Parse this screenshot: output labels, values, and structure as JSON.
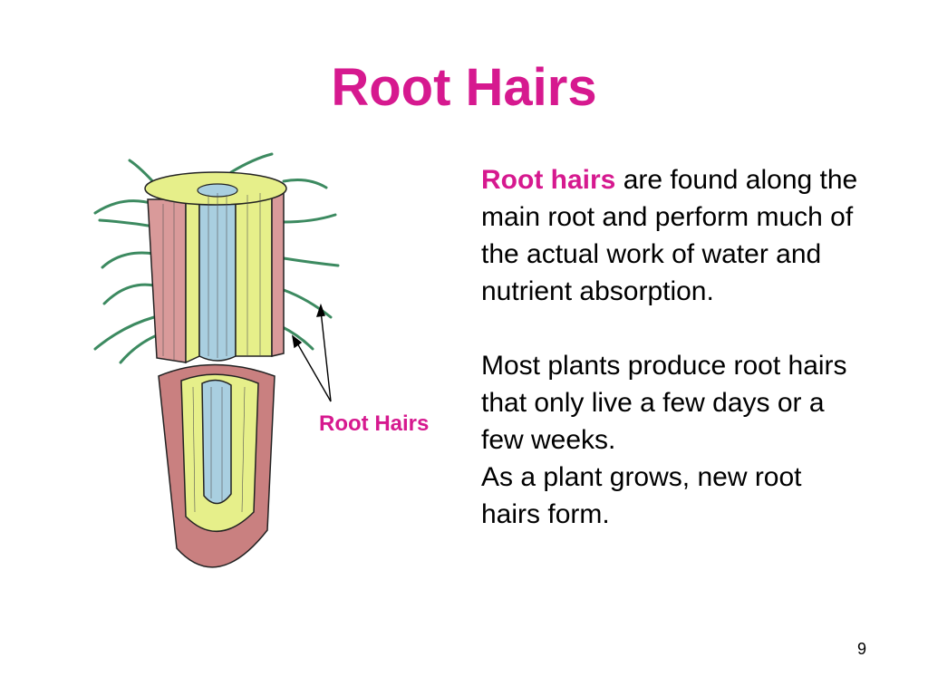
{
  "slide": {
    "title": "Root Hairs",
    "diagram_label": "Root Hairs",
    "paragraph1": {
      "highlight": "Root hairs",
      "rest": " are found along the main root and perform much of the actual work of water and nutrient absorption."
    },
    "paragraph2": "Most plants produce root hairs that only live a few days or a few weeks.",
    "paragraph3": "As a plant grows, new root hairs form.",
    "page_number": "9"
  },
  "colors": {
    "title": "#d6198f",
    "epidermis": "#d99a9a",
    "cortex": "#e6ef8a",
    "vascular": "#a9cfe0",
    "root_hair": "#4a9a6f",
    "root_cap": "#c98080"
  }
}
